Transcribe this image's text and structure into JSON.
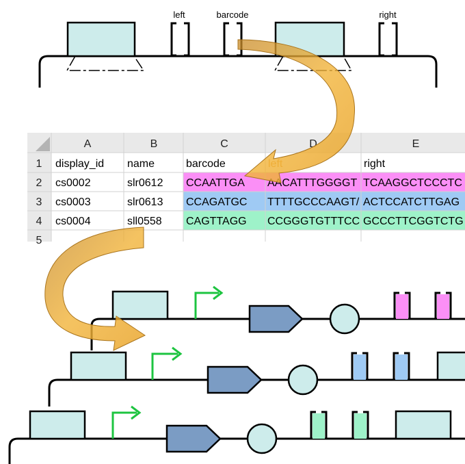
{
  "top_construct": {
    "labels": {
      "left": "left",
      "barcode": "barcode",
      "right": "right"
    }
  },
  "spreadsheet": {
    "column_letters": [
      "A",
      "B",
      "C",
      "D",
      "E"
    ],
    "row_numbers": [
      "1",
      "2",
      "3",
      "4",
      "5"
    ],
    "header": {
      "display_id": "display_id",
      "name": "name",
      "barcode": "barcode",
      "left": "left",
      "right": "right"
    },
    "rows": [
      {
        "display_id": "cs0002",
        "name": "slr0612",
        "barcode": "CCAATTGA",
        "left": "AACATTTGGGGT",
        "right": "TCAAGGCTCCCTC"
      },
      {
        "display_id": "cs0003",
        "name": "slr0613",
        "barcode": "CCAGATGC",
        "left": "TTTTGCCCAAGT/",
        "right": "ACTCCATCTTGAG"
      },
      {
        "display_id": "cs0004",
        "name": "sll0558",
        "barcode": "CAGTTAGG",
        "left": "CCGGGTGTTTCC",
        "right": "GCCCTTCGGTCTG"
      }
    ]
  },
  "colors": {
    "row_2": "#fb8ff6",
    "row_3": "#9fcaf4",
    "row_4": "#9ef2c9",
    "box_fill": "#cdeceb",
    "cds_fill": "#7b9cc4",
    "promoter": "#1dc440",
    "arrow": "#e9a52c",
    "left_header_text": "#e8a33a"
  },
  "icons": [
    "curved-arrow-icon",
    "promoter-arrow-icon",
    "cds-icon",
    "terminator-circle-icon",
    "scar-bracket-icon"
  ]
}
